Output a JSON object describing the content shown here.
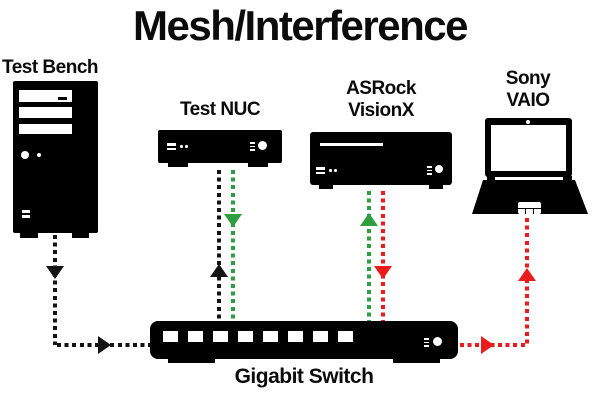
{
  "title": "Mesh/Interference",
  "colors": {
    "line_black": "#141414",
    "line_green": "#2e9e3e",
    "line_red": "#e81c1c",
    "device_fill": "#000000",
    "background": "#ffffff"
  },
  "devices": {
    "test_bench": {
      "label": "Test Bench",
      "type": "desktop-tower-pc"
    },
    "test_nuc": {
      "label": "Test NUC",
      "type": "mini-pc"
    },
    "asrock_visionx": {
      "label_line1": "ASRock",
      "label_line2": "VisionX",
      "type": "htpc-box"
    },
    "sony_vaio": {
      "label_line1": "Sony",
      "label_line2": "VAIO",
      "type": "laptop"
    },
    "gigabit_switch": {
      "label": "Gigabit Switch",
      "type": "network-switch",
      "port_count": 8
    }
  },
  "connections": [
    {
      "from": "test_bench",
      "to": "gigabit_switch",
      "color": "line_black",
      "style": "dotted",
      "path": "down-then-right",
      "arrows": [
        "down",
        "right"
      ]
    },
    {
      "from": "gigabit_switch",
      "to": "test_nuc",
      "color": "line_black",
      "style": "dotted",
      "path": "up",
      "arrows": [
        "up"
      ]
    },
    {
      "from": "test_nuc",
      "to": "gigabit_switch",
      "color": "line_green",
      "style": "dotted",
      "path": "down",
      "arrows": [
        "down"
      ]
    },
    {
      "from": "gigabit_switch",
      "to": "asrock_visionx",
      "color": "line_green",
      "style": "dotted",
      "path": "up",
      "arrows": [
        "up"
      ]
    },
    {
      "from": "asrock_visionx",
      "to": "gigabit_switch",
      "color": "line_red",
      "style": "dotted",
      "path": "down",
      "arrows": [
        "down"
      ]
    },
    {
      "from": "gigabit_switch",
      "to": "sony_vaio",
      "color": "line_red",
      "style": "dotted",
      "path": "right-then-up",
      "arrows": [
        "right",
        "up"
      ]
    }
  ]
}
